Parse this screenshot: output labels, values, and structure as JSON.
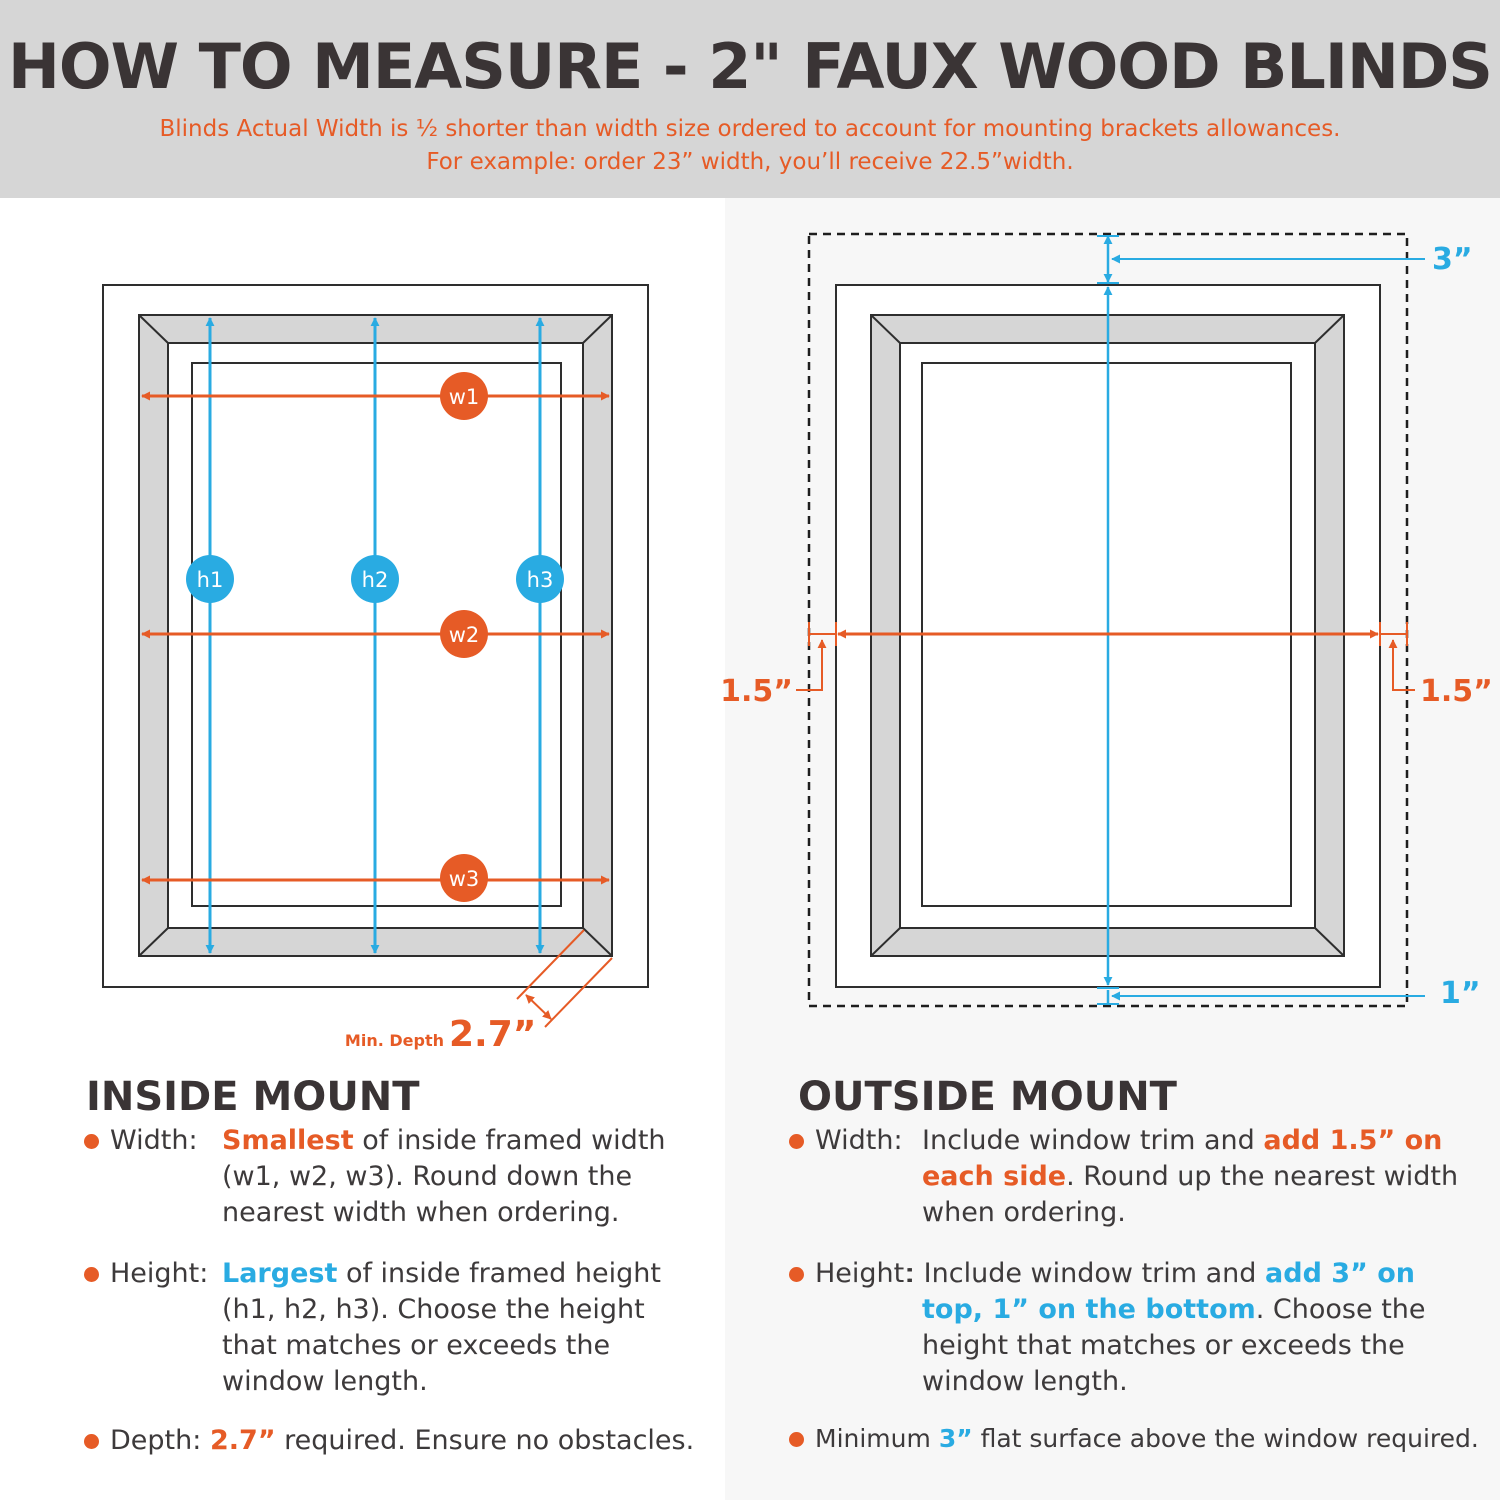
{
  "header": {
    "title": "HOW TO MEASURE - 2\" FAUX WOOD BLINDS",
    "note_line1": "Blinds Actual Width is ½ shorter than width size ordered to account for mounting brackets allowances.",
    "note_line2": "For example: order 23” width, you’ll receive 22.5”width."
  },
  "colors": {
    "orange": "#e65b26",
    "blue": "#29abe2",
    "trim": "#d6d6d6",
    "dark": "#3a3435"
  },
  "inside_diagram": {
    "width_markers": [
      "w1",
      "w2",
      "w3"
    ],
    "height_markers": [
      "h1",
      "h2",
      "h3"
    ],
    "depth_caption": "Min. Depth",
    "depth_value": "2.7”"
  },
  "outside_diagram": {
    "top_allowance": "3”",
    "bottom_allowance": "1”",
    "left_allowance": "1.5”",
    "right_allowance": "1.5”"
  },
  "inside_mount": {
    "title": "INSIDE MOUNT",
    "width_label": "Width:",
    "width_highlight": "Smallest",
    "width_text_1": " of inside framed width",
    "width_text_2": "(w1, w2, w3). Round down the",
    "width_text_3": "nearest width when ordering.",
    "height_label": "Height:",
    "height_highlight": "Largest",
    "height_text_1": " of inside framed height",
    "height_text_2": "(h1, h2, h3). Choose the height",
    "height_text_3": "that matches or exceeds the",
    "height_text_4": "window length.",
    "depth_label": "Depth:",
    "depth_highlight": "2.7”",
    "depth_text": " required. Ensure no obstacles."
  },
  "outside_mount": {
    "title": "OUTSIDE MOUNT",
    "width_label": "Width:",
    "width_text_1a": "Include window trim and ",
    "width_highlight_1": "add 1.5” on",
    "width_highlight_2": "each side",
    "width_text_2": ". Round up the nearest width",
    "width_text_3": "when ordering.",
    "height_label": "Height:",
    "height_text_1a": ": Include window trim and ",
    "height_highlight_1": "add 3” on",
    "height_highlight_2": "top, 1” on the bottom",
    "height_text_2": ". Choose the",
    "height_text_3": "height that matches or exceeds the",
    "height_text_4": "window length.",
    "min_text_a": "Minimum ",
    "min_highlight": "3”",
    "min_text_b": " flat surface above the window required."
  }
}
